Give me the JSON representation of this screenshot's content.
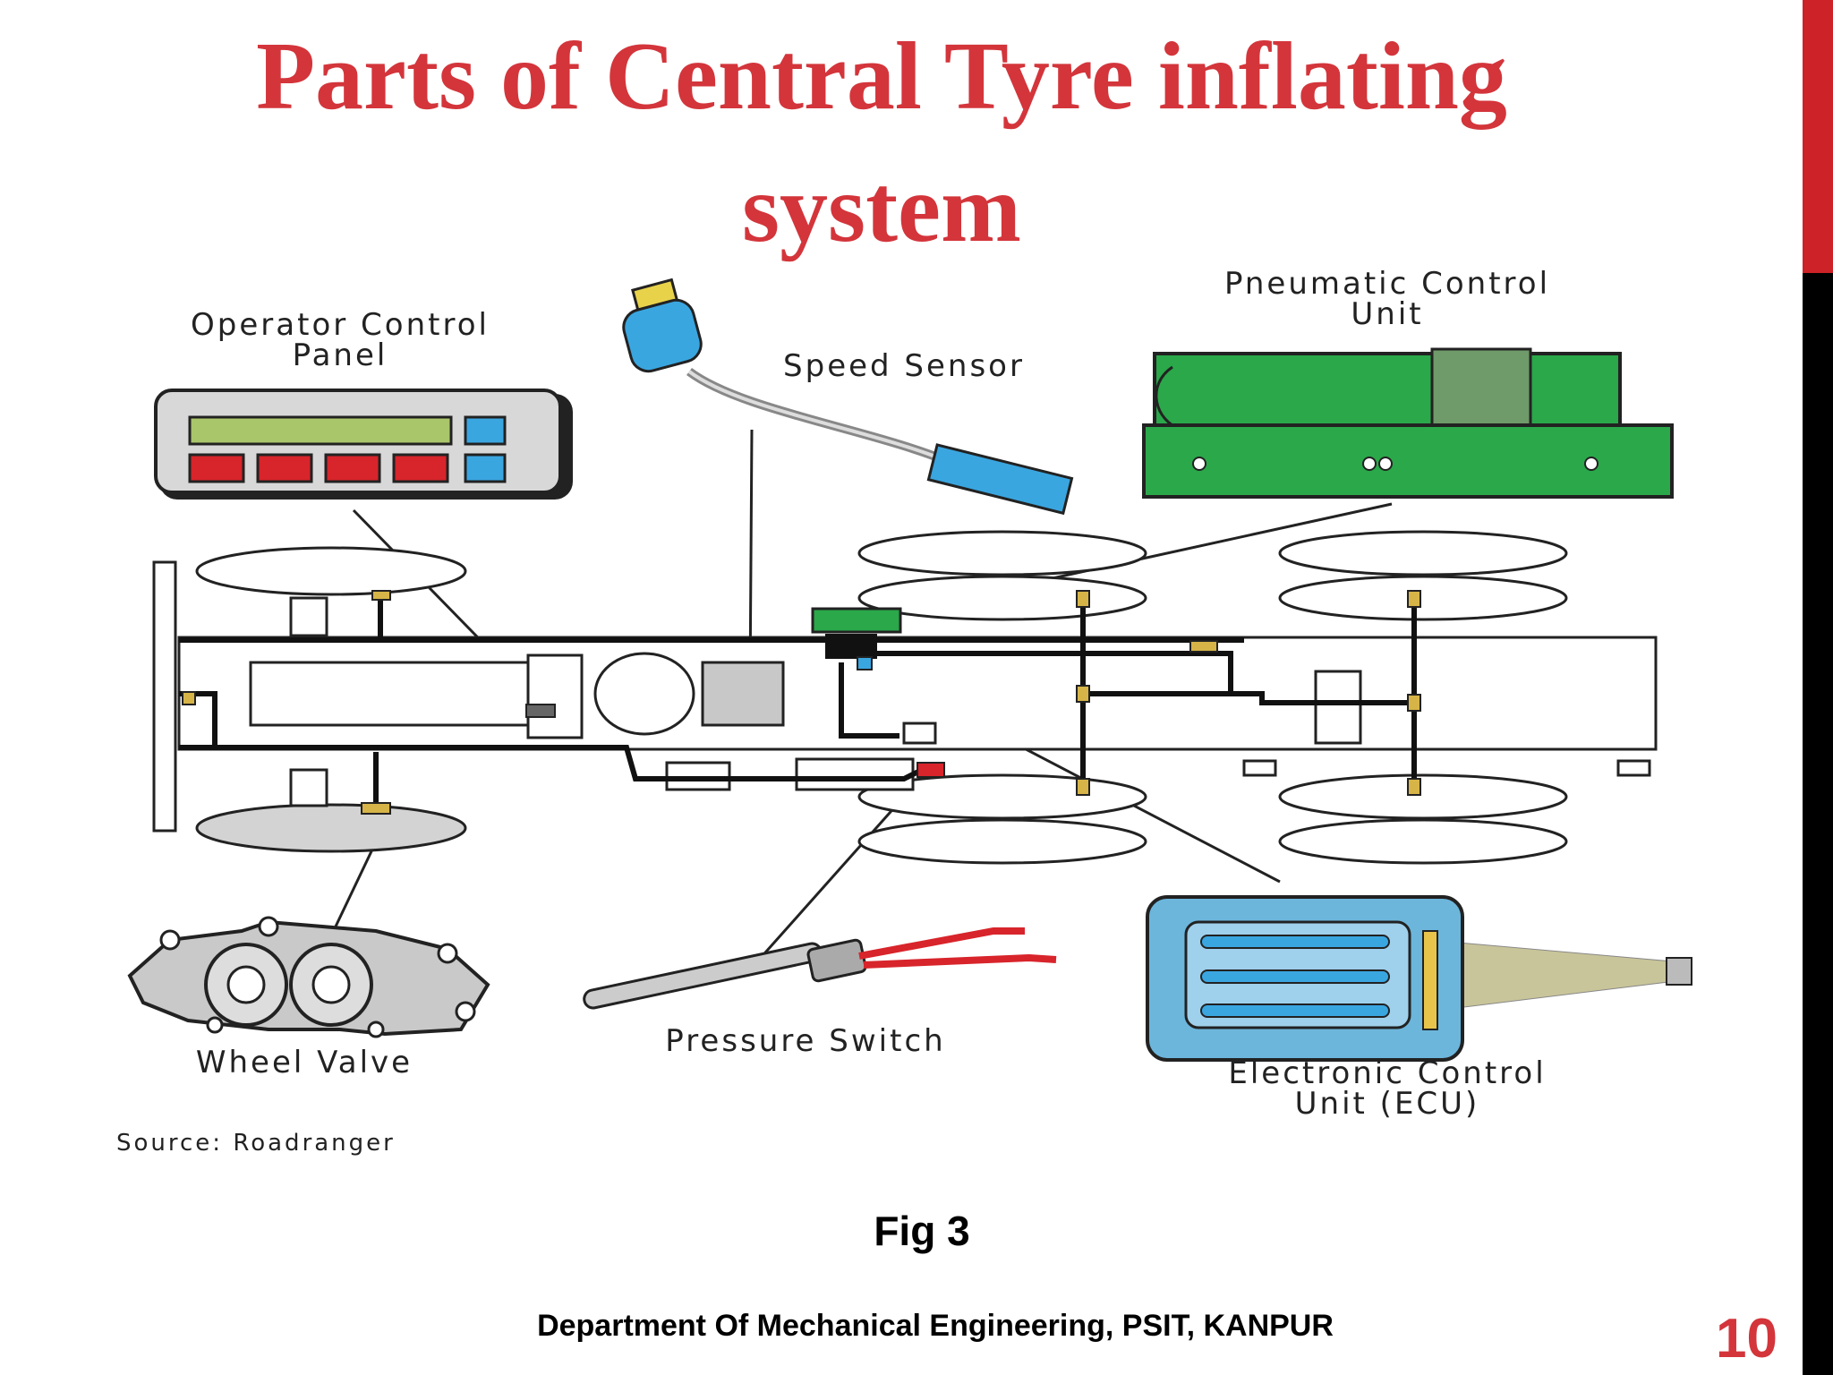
{
  "title": {
    "line1": "Parts of Central Tyre inflating",
    "line2": "system"
  },
  "labels": {
    "operator_panel": {
      "line1": "Operator Control",
      "line2": "Panel"
    },
    "speed_sensor": "Speed Sensor",
    "pneumatic_unit": {
      "line1": "Pneumatic Control",
      "line2": "Unit"
    },
    "wheel_valve": "Wheel Valve",
    "pressure_switch": "Pressure Switch",
    "ecu": {
      "line1": "Electronic Control",
      "line2": "Unit (ECU)"
    },
    "source": "Source:  Roadranger"
  },
  "figure_caption": "Fig 3",
  "footer": "Department Of Mechanical Engineering, PSIT, KANPUR",
  "page_number": "10",
  "colors": {
    "title": "#d3353b",
    "accent_bar": "#cc2228",
    "panel_green": "#2aa84a",
    "ecu_blue": "#6cb6dc",
    "sensor_blue": "#3aa6e0",
    "panel_red": "#d8242b"
  }
}
